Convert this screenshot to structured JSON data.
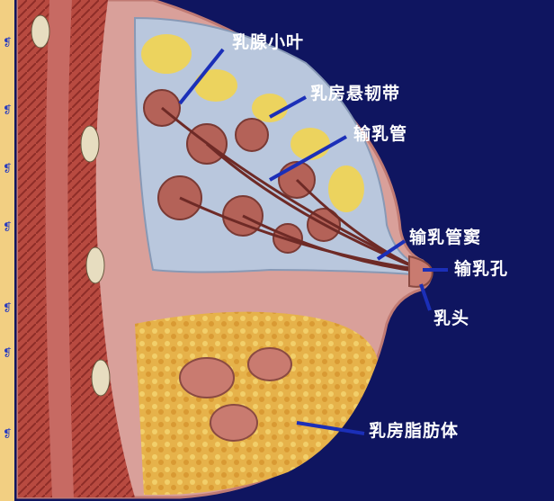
{
  "labels": {
    "lobule": "乳腺小叶",
    "suspensory_ligament": "乳房悬韧带",
    "lactiferous_duct": "输乳管",
    "lactiferous_sinus": "输乳管窦",
    "duct_opening": "输乳孔",
    "nipple": "乳头",
    "fat": "乳房脂肪体"
  },
  "colors": {
    "slide_bg": "#f3d28a",
    "label_line": "#1b2fb8",
    "label_text": "#ffffff",
    "muscle": "#b33f3a",
    "gland_bg": "#b9c7dd",
    "fat": "#e4b14a"
  }
}
